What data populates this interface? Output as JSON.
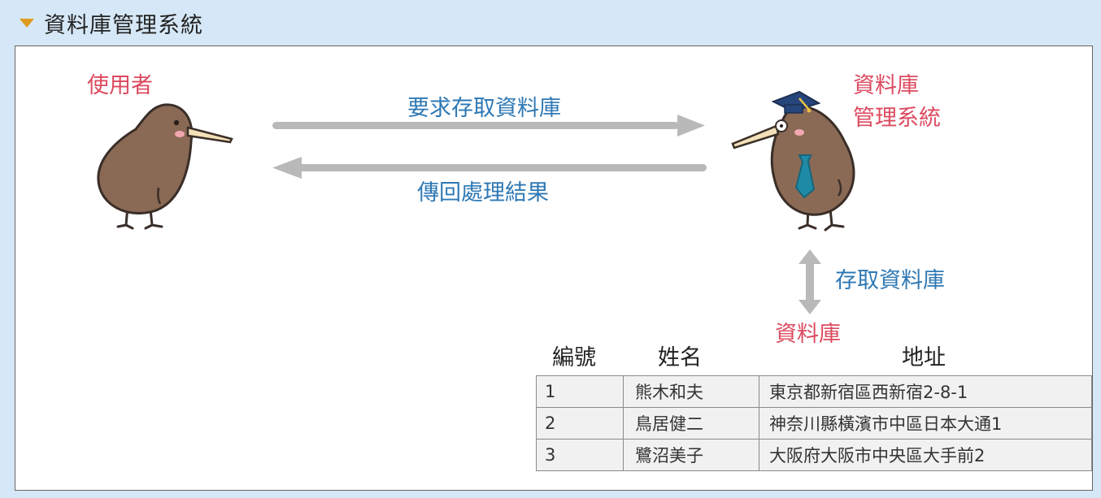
{
  "header": {
    "title": "資料庫管理系統",
    "expand_icon": "caret-down-icon"
  },
  "diagram": {
    "user_label": "使用者",
    "dbms_label_line1": "資料庫",
    "dbms_label_line2": "管理系統",
    "request_label": "要求存取資料庫",
    "return_label": "傳回處理結果",
    "access_label": "存取資料庫",
    "database_label": "資料庫"
  },
  "table": {
    "headers": [
      "編號",
      "姓名",
      "地址"
    ],
    "rows": [
      [
        "1",
        "熊木和夫",
        "東京都新宿區西新宿2-8-1"
      ],
      [
        "2",
        "鳥居健二",
        "神奈川縣橫濱市中區日本大通1"
      ],
      [
        "3",
        "鷺沼美子",
        "大阪府大阪市中央區大手前2"
      ]
    ]
  },
  "colors": {
    "label_red": "#dc4a5f",
    "label_blue": "#2e78b4",
    "arrow_gray": "#b9b9b9",
    "kiwi_brown": "#8a6a55"
  }
}
